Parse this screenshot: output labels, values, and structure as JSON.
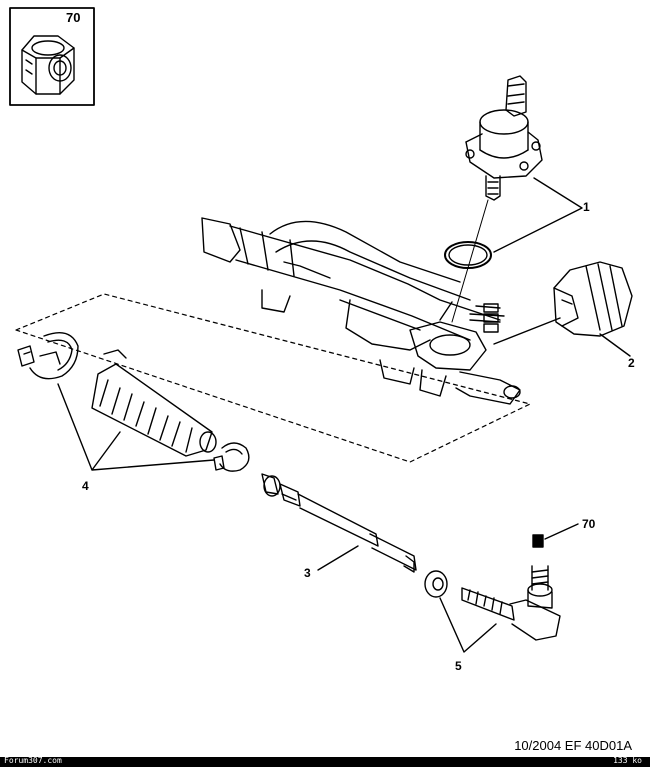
{
  "inset": {
    "label": "70"
  },
  "callouts": {
    "c1": "1",
    "c2": "2",
    "c3": "3",
    "c4": "4",
    "c5": "5",
    "c70": "70"
  },
  "document": {
    "reference": "10/2004   EF 40D01A"
  },
  "footer": {
    "left": "Forum307.com",
    "right": "133 ko"
  }
}
